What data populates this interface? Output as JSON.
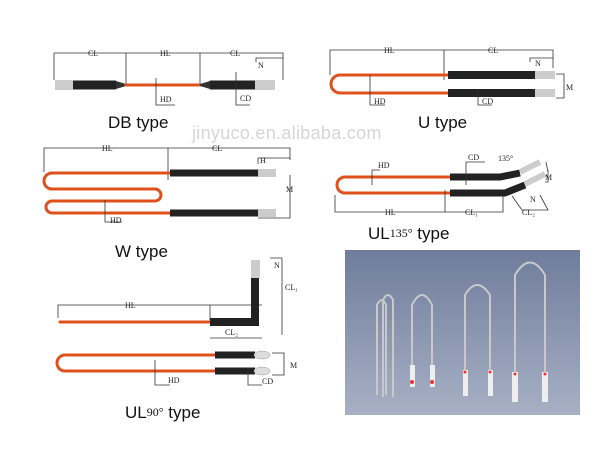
{
  "watermark": "jinyuco.en.alibaba.com",
  "diagrams": {
    "db": {
      "title": "DB type",
      "labels": {
        "cl_left": "CL",
        "hl": "HL",
        "cl_right": "CL",
        "n": "N",
        "hd": "HD",
        "cd": "CD"
      }
    },
    "u": {
      "title": "U type",
      "labels": {
        "hl": "HL",
        "cl": "CL",
        "n": "N",
        "m": "M",
        "hd": "HD",
        "cd": "CD"
      }
    },
    "w": {
      "title": "W type",
      "labels": {
        "hl": "HL",
        "cl": "CL",
        "h": "H",
        "m": "M",
        "hd": "HD"
      }
    },
    "ul135": {
      "title": "UL",
      "title_sup": "135°",
      "title_suffix": "type",
      "labels": {
        "hd": "HD",
        "cd": "CD",
        "angle": "135°",
        "m": "M",
        "n": "N",
        "hl": "HL",
        "cl1": "CL₁",
        "cl2": "CL₂"
      }
    },
    "ul90": {
      "title": "UL",
      "title_sup": "90°",
      "title_suffix": "type",
      "labels": {
        "hl": "HL",
        "n": "N",
        "cl1": "CL₁",
        "cl2": "CL₂",
        "hd": "HD",
        "m": "M",
        "cd": "CD"
      }
    }
  },
  "colors": {
    "hot_zone": "#e0501c",
    "cold_zone": "#222222",
    "photo_bg": "#7d8aa6"
  }
}
